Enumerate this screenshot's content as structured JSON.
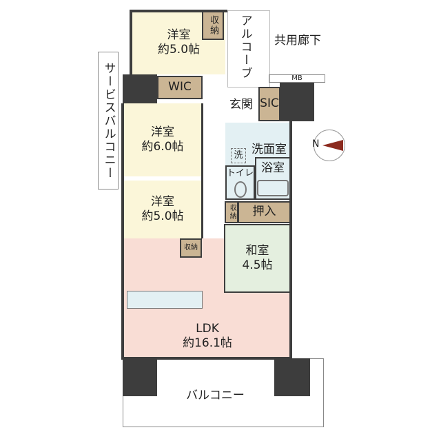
{
  "rooms": {
    "western_top": {
      "name": "洋室",
      "size": "約5.0帖"
    },
    "storage_top": "収納",
    "wic": "WIC",
    "western_mid": {
      "name": "洋室",
      "size": "約6.0帖"
    },
    "western_low": {
      "name": "洋室",
      "size": "約5.0帖"
    },
    "storage_low": "収納",
    "alcove": "アルコーブ",
    "common_corridor": "共用廊下",
    "mb": "MB",
    "entrance": "玄関",
    "sic": "SIC",
    "washroom": "洗面室",
    "washer": "洗",
    "bath": "浴室",
    "toilet": "トイレ",
    "storage_mid": "収納",
    "closet": "押入",
    "japanese": {
      "name": "和室",
      "size": "4.5帖"
    },
    "ldk": {
      "name": "LDK",
      "size": "約16.1帖"
    },
    "service_balcony": "サービスバルコニー",
    "balcony": "バルコニー"
  },
  "compass": {
    "label": "N",
    "color": "#8b2a1e"
  },
  "colors": {
    "western": "#fbf6d9",
    "storage": "#cbb594",
    "water": "#e3f0f3",
    "japanese": "#e4efdf",
    "ldk": "#f9ddd5",
    "wall": "#3d3d3d"
  }
}
